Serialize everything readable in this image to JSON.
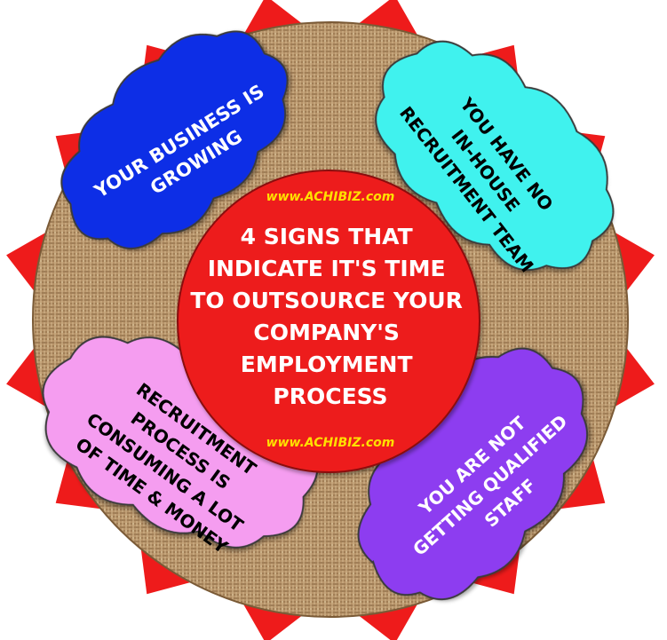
{
  "center": {
    "title_lines": [
      "4 SIGNS THAT",
      "INDICATE IT'S TIME",
      "TO OUTSOURCE YOUR",
      "COMPANY'S",
      "EMPLOYMENT",
      "PROCESS"
    ],
    "site_top": "www.ACHIBIZ.com",
    "site_bottom": "www.ACHIBIZ.com"
  },
  "signs": [
    {
      "lines": [
        "YOUR BUSINESS IS",
        "GROWING"
      ]
    },
    {
      "lines": [
        "YOU HAVE NO",
        "IN-HOUSE",
        "RECRUITMENT TEAM"
      ]
    },
    {
      "lines": [
        "RECRUITMENT",
        "PROCESS IS",
        "CONSUMING A LOT",
        "OF TIME & MONEY"
      ]
    },
    {
      "lines": [
        "YOU ARE NOT",
        "GETTING QUALIFIED",
        "STAFF"
      ]
    }
  ],
  "colors": {
    "spikes": "#ee1b1b",
    "disk_burlap": "#b7946a",
    "center_circle": "#ed1c1c",
    "center_text": "#ffffff",
    "site_text": "#ffe000",
    "sign_1": "#0b2ee6",
    "sign_2": "#3ff2ee",
    "sign_3": "#f59df0",
    "sign_4": "#8d3cf0",
    "sign_1_text": "#ffffff",
    "sign_2_text": "#000000",
    "sign_3_text": "#000000",
    "sign_4_text": "#ffffff"
  }
}
